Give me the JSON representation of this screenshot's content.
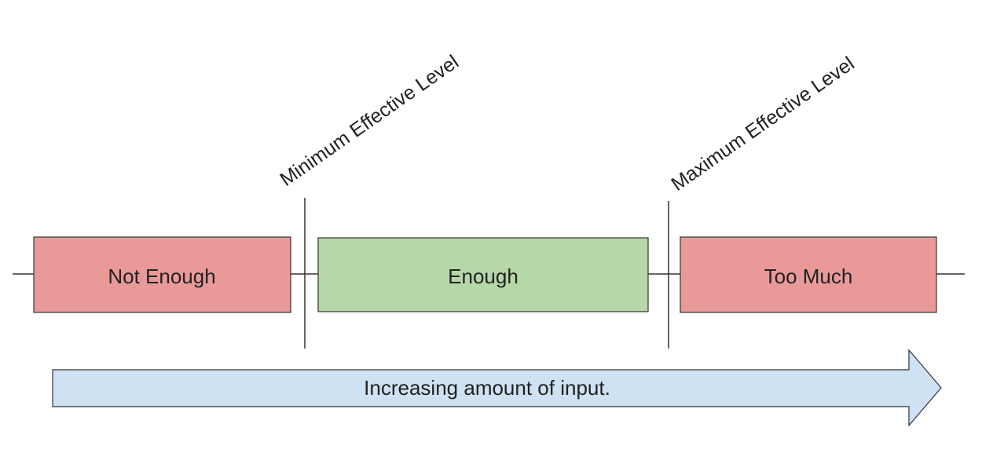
{
  "diagram": {
    "thresholds": {
      "minimum": "Minimum Effective Level",
      "maximum": "Maximum Effective Level"
    },
    "zones": {
      "not_enough": "Not Enough",
      "enough": "Enough",
      "too_much": "Too Much"
    },
    "arrow": {
      "label": "Increasing amount of input."
    },
    "colors": {
      "insufficient_or_excess": "#ea9999",
      "effective": "#b6d7a8",
      "arrow_fill": "#cfe2f3"
    }
  }
}
